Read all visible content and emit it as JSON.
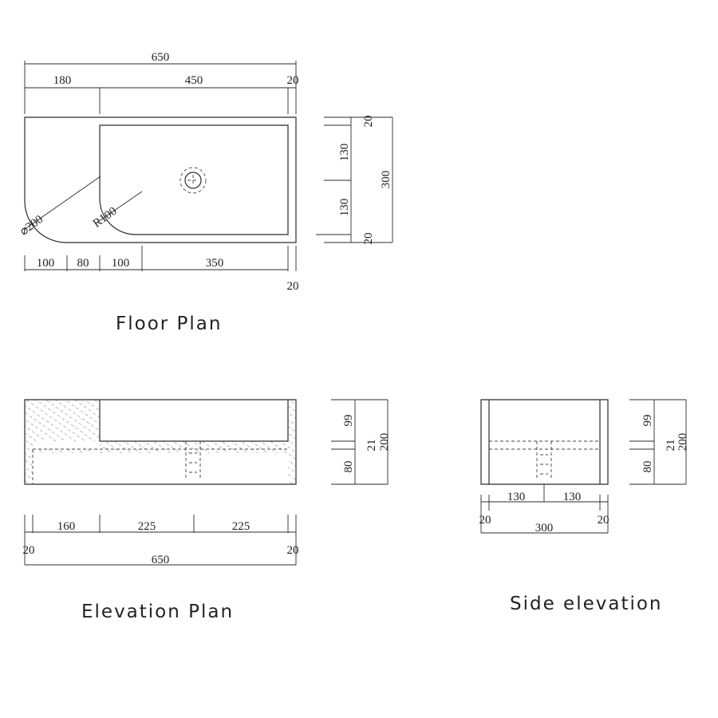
{
  "captions": {
    "floor_plan": "Floor Plan",
    "elevation_plan": "Elevation Plan",
    "side_elevation": "Side elevation"
  },
  "floor_plan": {
    "overall_width": "650",
    "top_segments": [
      "180",
      "450",
      "20"
    ],
    "bottom_segments": [
      "100",
      "80",
      "100",
      "350"
    ],
    "bottom_right": "20",
    "radius_small": "R100",
    "diameter_large": "⌀200",
    "side_dims": [
      "20",
      "130",
      "130",
      "20"
    ],
    "side_total": "300"
  },
  "elevation_plan": {
    "segments": [
      "160",
      "225",
      "225"
    ],
    "left_wall": "20",
    "right_wall": "20",
    "overall_width": "650",
    "side_dims": [
      "99",
      "21",
      "80"
    ],
    "side_total": "200"
  },
  "side_elevation": {
    "segments": [
      "130",
      "130"
    ],
    "left_wall": "20",
    "right_wall": "20",
    "overall_width": "300",
    "side_dims": [
      "99",
      "21",
      "80"
    ],
    "side_total": "200"
  }
}
